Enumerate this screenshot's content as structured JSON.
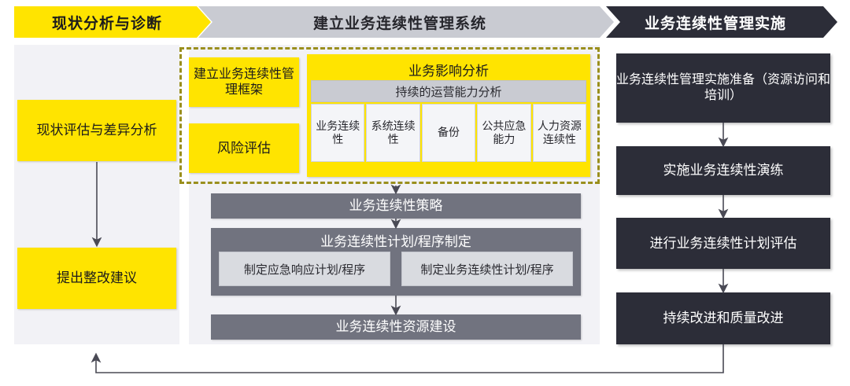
{
  "banner": {
    "phases": [
      {
        "id": "phase-1",
        "label": "现状分析与诊断",
        "color": "#FFE400"
      },
      {
        "id": "phase-2",
        "label": "建立业务连续性管理系统",
        "color": "#C9CBD2"
      },
      {
        "id": "phase-3",
        "label": "业务连续性管理实施",
        "color": "#2C2D38"
      }
    ]
  },
  "left_column": {
    "boxes": [
      {
        "id": "current-assessment",
        "label": "现状评估与差异分析"
      },
      {
        "id": "rectification",
        "label": "提出整改建议"
      }
    ]
  },
  "middle_column": {
    "dashed_group": {
      "border_color": "#9a8f1d",
      "left_boxes": [
        {
          "id": "framework",
          "label": "建立业务连续性管理框架"
        },
        {
          "id": "risk",
          "label": "风险评估"
        }
      ],
      "bia": {
        "title": "业务影响分析",
        "subtitle": "持续的运营能力分析",
        "cells": [
          "业务连续性",
          "系统连续性",
          "备份",
          "公共应急能力",
          "人力资源连续性"
        ]
      }
    },
    "strategy": {
      "id": "strategy",
      "label": "业务连续性策略"
    },
    "plan": {
      "id": "plan",
      "title": "业务连续性计划/程序制定",
      "sub_boxes": [
        {
          "id": "emergency-plan",
          "label": "制定应急响应计划/程序"
        },
        {
          "id": "bcp-plan",
          "label": "制定业务连续性计划/程序"
        }
      ]
    },
    "resource": {
      "id": "resource",
      "label": "业务连续性资源建设"
    }
  },
  "right_column": {
    "boxes": [
      {
        "id": "prep",
        "label": "业务连续性管理实施准备（资源访问和培训）"
      },
      {
        "id": "drill",
        "label": "实施业务连续性演练"
      },
      {
        "id": "review",
        "label": "进行业务连续性计划评估"
      },
      {
        "id": "improve",
        "label": "持续改进和质量改进"
      }
    ]
  },
  "colors": {
    "accent_yellow": "#FFE400",
    "gray_box": "#71737F",
    "light_gray_box": "#D9DBE0",
    "dark_box": "#2C2D38",
    "panel_bg": "#F2F2F6",
    "arrow": "#4a4a55"
  }
}
